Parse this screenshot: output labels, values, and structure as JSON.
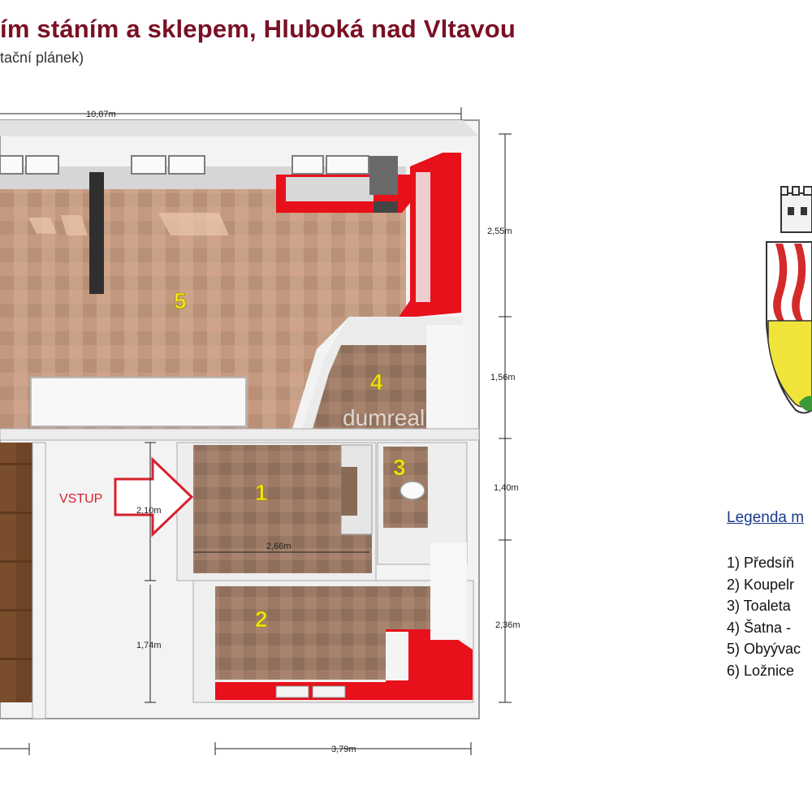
{
  "header": {
    "title": "ím stáním a sklepem, Hluboká nad Vltavou",
    "subtitle": "tační plánek)"
  },
  "dimensions": {
    "top_width": "10,87m",
    "right_1": "2,55m",
    "right_2": "1,56m",
    "right_3": "1,40m",
    "right_4": "2,36m",
    "left_entry": "2,10m",
    "left_room2": "1,74m",
    "room1_width": "2,66m",
    "bottom_width": "3,79m"
  },
  "rooms": {
    "r1": "1",
    "r2": "2",
    "r3": "3",
    "r4": "4",
    "r5": "5"
  },
  "entry_label": "VSTUP",
  "watermark": "dumreali",
  "legend": {
    "title": "Legenda m",
    "items": [
      "1) Předsíň",
      "2) Koupelr",
      "3) Toaleta",
      "4) Šatna -",
      "5) Obyývac",
      "6) Ložnice"
    ]
  },
  "colors": {
    "title": "#7a1024",
    "floor_tile": "#c49a82",
    "wall": "#f2f2f2",
    "kitchen_red": "#e8101a",
    "room_number": "#f4e21a",
    "entry_arrow": "#d8202c",
    "legend_title": "#1b3a8c",
    "crest_red": "#d42a2a",
    "crest_yellow": "#f0e43a",
    "crest_green": "#3a9a3a"
  },
  "icons": {
    "entry": "arrow-right-icon",
    "crest": "coat-of-arms-icon"
  }
}
